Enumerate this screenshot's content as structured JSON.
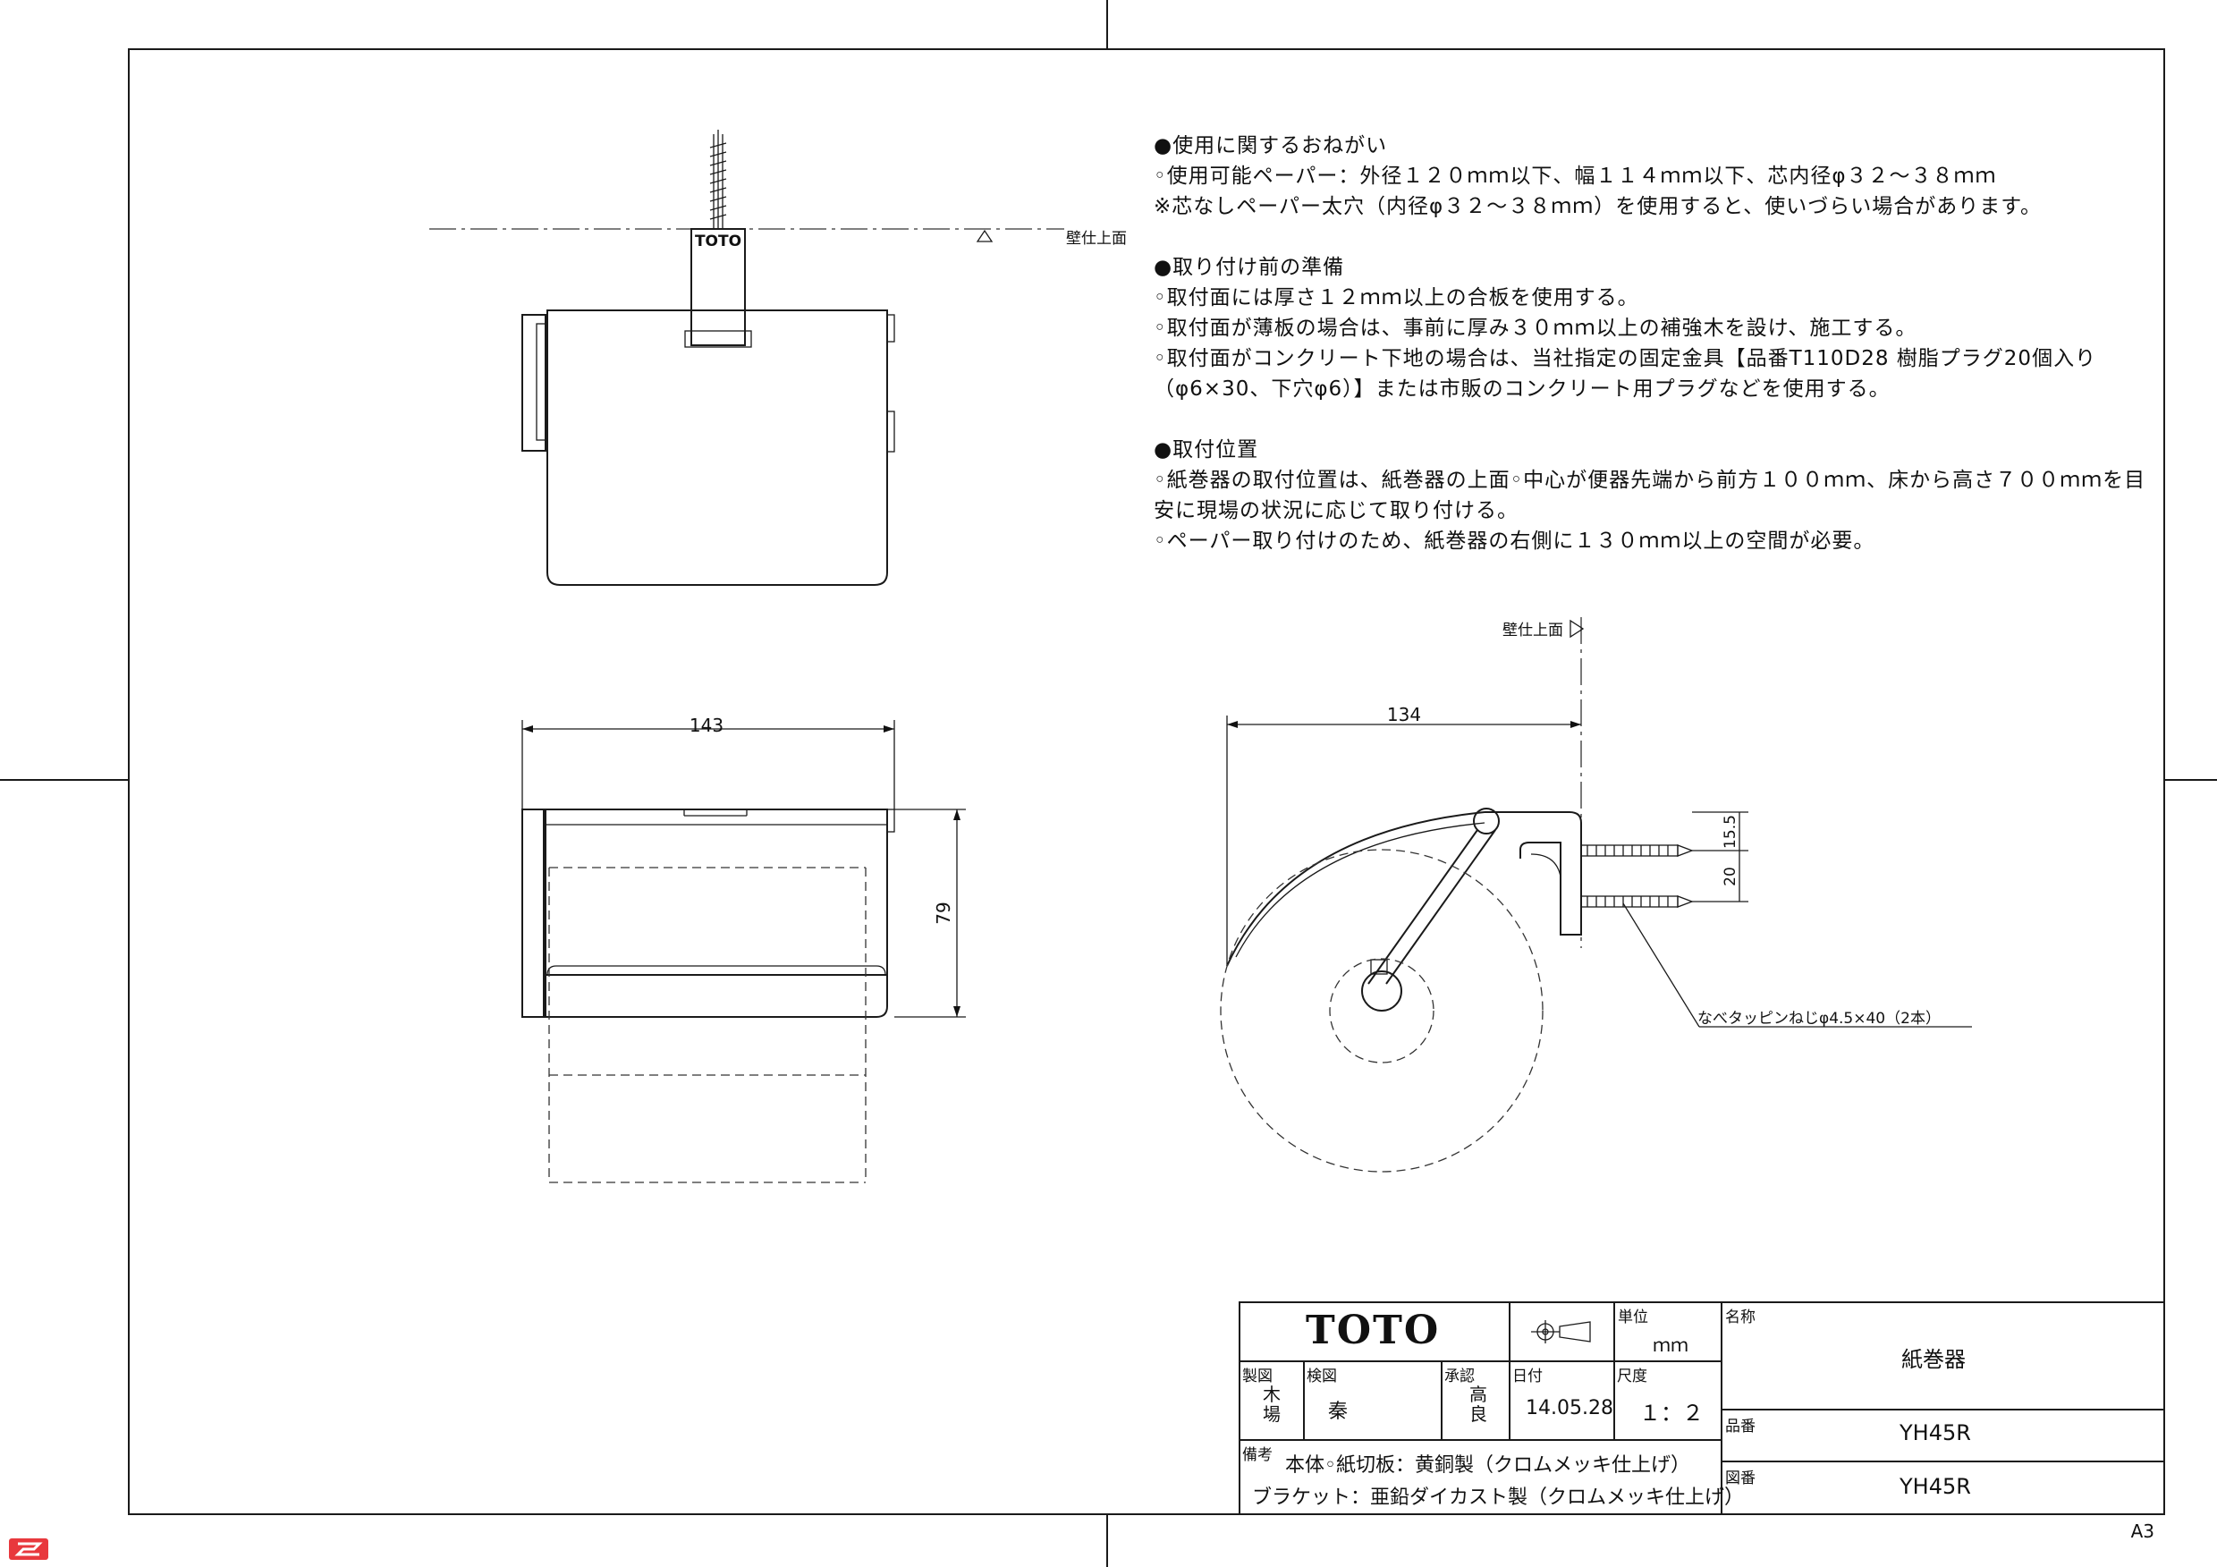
{
  "notes": {
    "usage": {
      "heading": "●使用に関するおねがい",
      "lines": [
        "◦使用可能ペーパー：外径１２０ｍｍ以下、幅１１４ｍｍ以下、芯内径φ３２〜３８ｍｍ",
        "※芯なしペーパー太穴（内径φ３２〜３８ｍｍ）を使用すると、使いづらい場合があります。"
      ]
    },
    "preparation": {
      "heading": "●取り付け前の準備",
      "lines": [
        "◦取付面には厚さ１２ｍｍ以上の合板を使用する。",
        "◦取付面が薄板の場合は、事前に厚み３０ｍｍ以上の補強木を設け、施工する。",
        "◦取付面がコンクリート下地の場合は、当社指定の固定金具【品番T110D28 樹脂プラグ20個入り（φ6×30、下穴φ6）】または市販のコンクリート用プラグなどを使用する。"
      ]
    },
    "position": {
      "heading": "●取付位置",
      "lines": [
        "◦紙巻器の取付位置は、紙巻器の上面◦中心が便器先端から前方１００ｍｍ、床から高さ７００ｍｍを目安に現場の状況に応じて取り付ける。",
        "◦ペーパー取り付けのため、紙巻器の右側に１３０ｍｍ以上の空間が必要。"
      ]
    }
  },
  "drawing": {
    "wall_label_top": "壁仕上面",
    "wall_label_side": "壁仕上面",
    "front_width_dim": "143",
    "front_height_dim": "79",
    "side_depth_dim": "134",
    "screw_dim_1": "15.5",
    "screw_dim_2": "20",
    "screw_note": "なべタッピンねじφ4.5×40（2本）",
    "stamp_brand": "TOTO"
  },
  "title_block": {
    "logo": "TOTO",
    "unit_label": "単位",
    "unit_value": "ｍｍ",
    "name_label": "名称",
    "name_value": "紙巻器",
    "drafted_label": "製図",
    "drafted_value": "木\n場",
    "checked_label": "検図",
    "checked_value": "秦",
    "approved_label": "承認",
    "approved_value": "高\n良",
    "date_label": "日付",
    "date_value": "14.05.28",
    "scale_label": "尺度",
    "scale_value": "１：２",
    "product_no_label": "品番",
    "product_no_value": "YH45R",
    "drawing_no_label": "図番",
    "drawing_no_value": "YH45R",
    "remarks_label": "備考",
    "remarks_line1": "本体◦紙切板：黄銅製（クロムメッキ仕上げ）",
    "remarks_line2": "ブラケット：亜鉛ダイカスト製（クロムメッキ仕上げ）"
  },
  "sheet_size": "A3"
}
